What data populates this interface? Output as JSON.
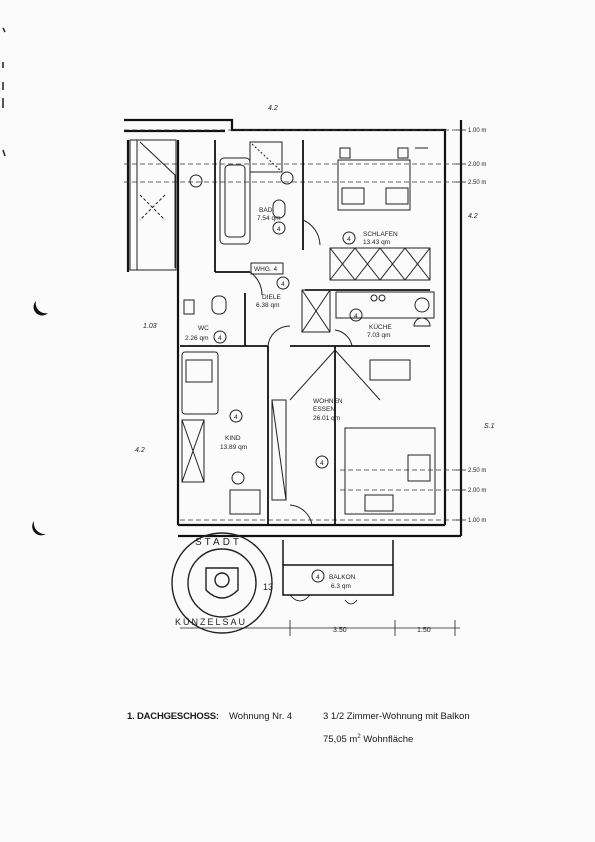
{
  "plan": {
    "rooms": [
      {
        "id": "bad",
        "name": "BAD",
        "area": "7.54 qm"
      },
      {
        "id": "schlafen",
        "name": "SCHLAFEN",
        "area": "13.43 qm"
      },
      {
        "id": "diele",
        "name": "DIELE",
        "area": "6.38 qm"
      },
      {
        "id": "wc",
        "name": "WC",
        "area": "2.26 qm"
      },
      {
        "id": "kueche",
        "name": "KÜCHE",
        "area": "7.03 qm"
      },
      {
        "id": "kind",
        "name": "KIND",
        "area": "13.89 qm"
      },
      {
        "id": "wohnen",
        "name": "WOHNEN",
        "name2": "ESSEN",
        "area": "26.01 qm"
      },
      {
        "id": "balkon",
        "name": "BALKON",
        "area": "6.3 qm"
      }
    ],
    "unit_tag": "WHG. 4",
    "floor_marker": "4",
    "top_dim": "4.2",
    "height_marks": [
      "1.00 m",
      "2.00 m",
      "2.50 m",
      "2.50 m",
      "2.00 m",
      "1.00 m"
    ],
    "bottom_dims": [
      "3.50",
      "1.50"
    ],
    "stamp": {
      "top_text": "STADT",
      "bottom_text": "KÜNZELSAU",
      "number": "13"
    },
    "side_notes": [
      "1.03",
      "4.2",
      "4.2",
      "S.1"
    ]
  },
  "caption": {
    "floor": "1. DACHGESCHOSS:",
    "unit": "Wohnung Nr. 4",
    "type": "3 1/2 Zimmer-Wohnung mit Balkon",
    "area_value": "75,05 m",
    "area_sup": "2",
    "area_label": " Wohnfläche"
  }
}
